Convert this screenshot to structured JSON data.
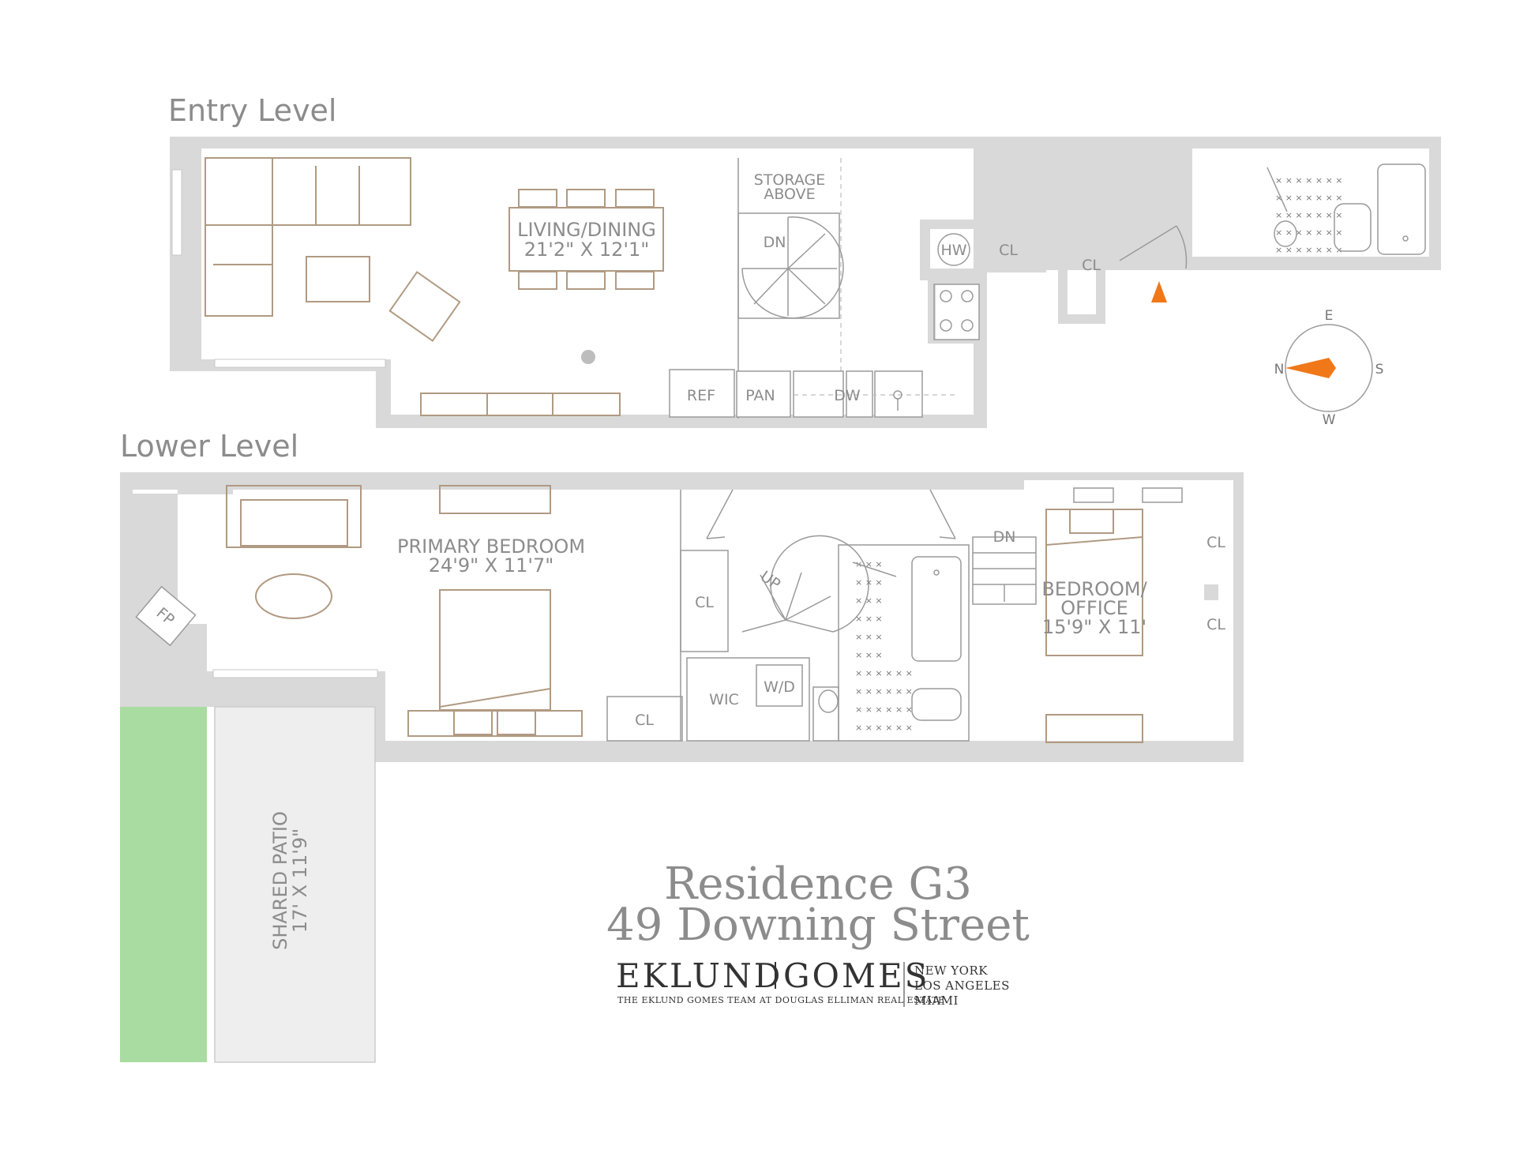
{
  "levels": {
    "entry": "Entry Level",
    "lower": "Lower Level"
  },
  "rooms": {
    "living_dining": {
      "name": "LIVING/DINING",
      "dims": "21'2\" X 12'1\""
    },
    "storage": {
      "line1": "STORAGE",
      "line2": "ABOVE"
    },
    "primary_bedroom": {
      "name": "PRIMARY BEDROOM",
      "dims": "24'9\" X 11'7\""
    },
    "bedroom_office": {
      "line1": "BEDROOM/",
      "line2": "OFFICE",
      "dims": "15'9\" X 11'"
    },
    "shared_patio": {
      "name": "SHARED PATIO",
      "dims": "17' X 11'9\""
    }
  },
  "labels": {
    "dn_entry": "DN",
    "hw": "HW",
    "cl_entry_1": "CL",
    "cl_entry_2": "CL",
    "ref": "REF",
    "pan": "PAN",
    "dw": "DW",
    "fp": "FP",
    "up": "UP",
    "cl_lower_1": "CL",
    "wic": "WIC",
    "wd": "W/D",
    "cl_lower_2": "CL",
    "dn_lower": "DN",
    "cl_office_1": "CL",
    "cl_office_2": "CL"
  },
  "compass": {
    "n": "N",
    "e": "E",
    "s": "S",
    "w": "W"
  },
  "branding": {
    "residence": "Residence G3",
    "address": "49 Downing Street",
    "name_left": "EKLUND",
    "name_right": "GOMES",
    "team": "THE EKLUND GOMES TEAM AT DOUGLAS ELLIMAN REAL ESTATE",
    "city1": "NEW YORK",
    "city2": "LOS ANGELES",
    "city3": "MIAMI"
  },
  "colors": {
    "wall": "#d9d9d9",
    "text": "#8c8c8c",
    "furniture": "#b09a82",
    "accent": "#f07818",
    "patio_green": "#a8dca0",
    "patio_gray": "#eeeeee"
  }
}
